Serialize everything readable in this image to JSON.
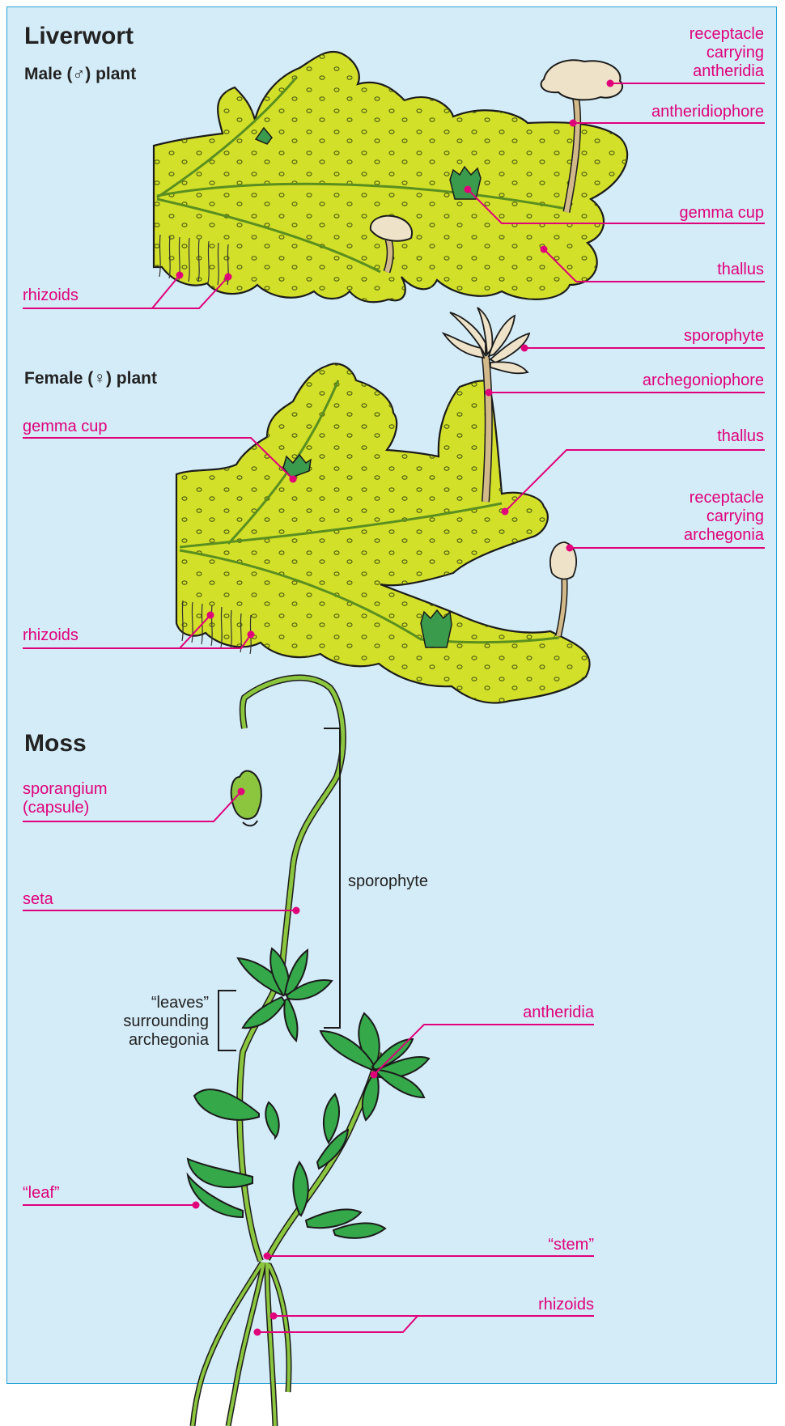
{
  "liverwort": {
    "title": "Liverwort",
    "male_heading": "Male (♂) plant",
    "female_heading": "Female (♀) plant",
    "male_labels": {
      "receptacle_antheridia": [
        "receptacle",
        "carrying",
        "antheridia"
      ],
      "antheridiophore": "antheridiophore",
      "gemma_cup": "gemma cup",
      "thallus": "thallus",
      "rhizoids": "rhizoids"
    },
    "female_labels": {
      "sporophyte": "sporophyte",
      "archegoniophore": "archegoniophore",
      "gemma_cup": "gemma cup",
      "thallus": "thallus",
      "receptacle_archegonia": [
        "receptacle",
        "carrying",
        "archegonia"
      ],
      "rhizoids": "rhizoids"
    }
  },
  "moss": {
    "title": "Moss",
    "labels": {
      "sporangium": [
        "sporangium",
        "(capsule)"
      ],
      "seta": "seta",
      "sporophyte": "sporophyte",
      "leaves_archegonia": [
        "“leaves”",
        "surrounding",
        "archegonia"
      ],
      "antheridia": "antheridia",
      "leaf": "“leaf”",
      "stem": "“stem”",
      "rhizoids": "rhizoids"
    }
  },
  "colors": {
    "panel_background": "#d4ecf8",
    "panel_border": "#2aa3d8",
    "label_text": "#e0007a",
    "leader_line": "#e0007a",
    "thallus_fill": "#d3e02a",
    "gemma_cup": "#3a9b4c",
    "moss_leaf": "#35a84a",
    "moss_stem": "#8cc63f",
    "receptacle": "#eee3c8",
    "stalk": "#d2b98a"
  }
}
